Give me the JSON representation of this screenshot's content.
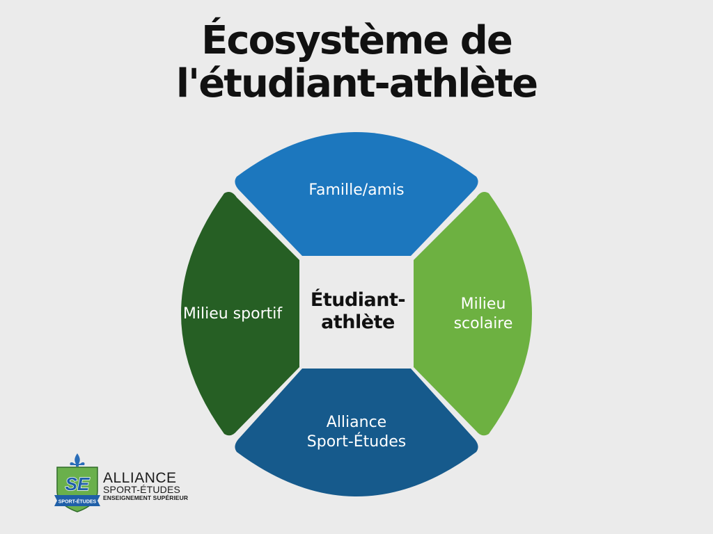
{
  "title": {
    "line1": "Écosystème de",
    "line2": "l'étudiant-athlète"
  },
  "center": {
    "line1": "Étudiant-",
    "line2": "athlète"
  },
  "segments": {
    "top": {
      "line1": "Famille/amis",
      "color": "#1c77be"
    },
    "right": {
      "line1": "Milieu",
      "line2": "scolaire",
      "color": "#6db141"
    },
    "bottom": {
      "line1": "Alliance",
      "line2": "Sport-Études",
      "color": "#165a8c"
    },
    "left": {
      "line1": "Milieu sportif",
      "color": "#265f24"
    }
  },
  "logo": {
    "badge_text": "SE",
    "banner_text": "SPORT-ÉTUDES",
    "line1": "ALLIANCE",
    "line2": "SPORT-ÉTUDES",
    "line3": "ENSEIGNEMENT SUPÉRIEUR",
    "colors": {
      "shield_green": "#6ab04c",
      "shield_blue": "#1f5fa8",
      "fleur_blue": "#2a6db8"
    }
  }
}
